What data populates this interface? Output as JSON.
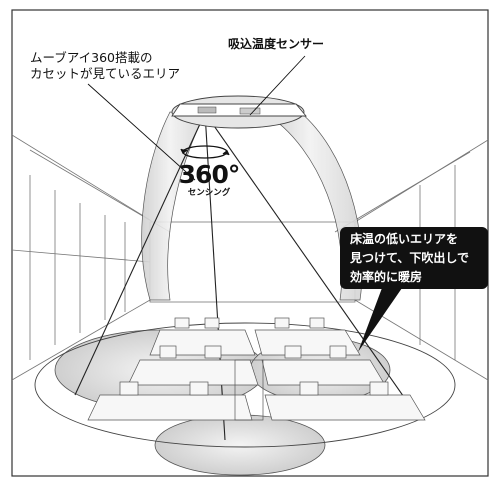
{
  "callouts": {
    "camera_line1": "ムーブアイ360搭載の",
    "camera_line2": "カセットが見ているエリア",
    "sensor": "吸込温度センサー"
  },
  "badge": {
    "number": "360°",
    "caption": "センシング"
  },
  "bubble": {
    "line1": "床温の低いエリアを",
    "line2": "見つけて、下吹出しで",
    "line3": "効率的に暖房"
  },
  "colors": {
    "line": "#333333",
    "shade": "#d9d9d9",
    "bubble": "#111111"
  }
}
